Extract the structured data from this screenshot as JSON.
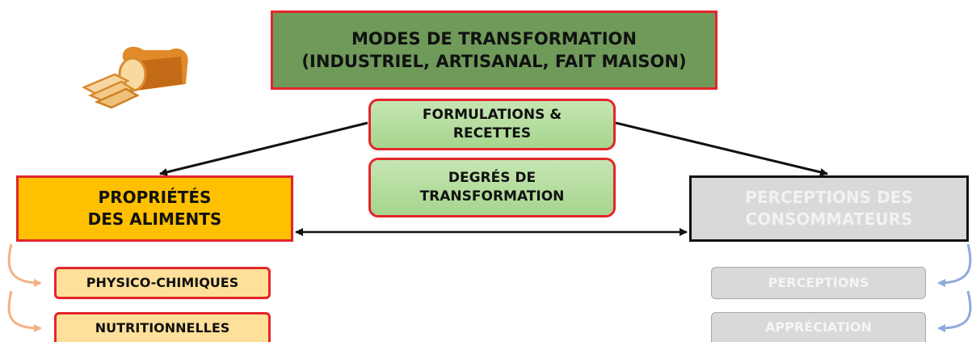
{
  "top": {
    "line1": "MODES DE TRANSFORMATION",
    "line2": "(INDUSTRIEL, ARTISANAL, FAIT MAISON)"
  },
  "formulations": {
    "line1": "FORMULATIONS &",
    "line2": "RECETTES"
  },
  "degres": {
    "line1": "DEGRÉS DE",
    "line2": "TRANSFORMATION"
  },
  "left_box": {
    "line1": "PROPRIÉTÉS",
    "line2": "DES ALIMENTS"
  },
  "right_box": {
    "line1": "PERCEPTIONS DES",
    "line2": "CONSOMMATEURS"
  },
  "left_items": [
    "PHYSICO-CHIMIQUES",
    "NUTRITIONNELLES"
  ],
  "right_items": [
    "PERCEPTIONS",
    "APPRÉCIATION"
  ],
  "colors": {
    "top_fill": "#6f9a5a",
    "border_red": "#e3262a",
    "green_fill": "#b5dd9f",
    "orange_fill": "#ffc000",
    "light_orange_fill": "#ffe09a",
    "gray_fill": "#d9d9d9",
    "salmon_arrow": "#f4b183",
    "blue_arrow": "#8faadc"
  },
  "icons": [
    "bread-icon"
  ]
}
